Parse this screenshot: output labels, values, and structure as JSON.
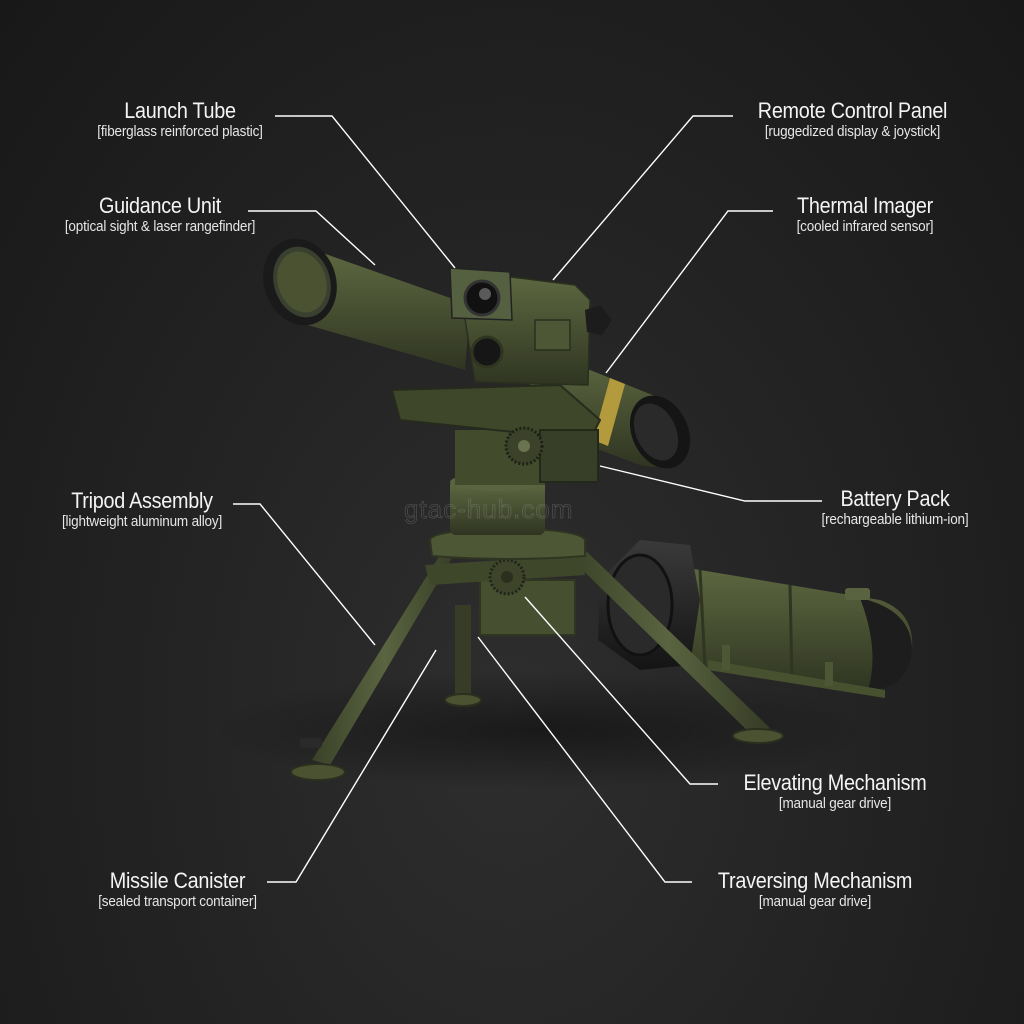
{
  "diagram": {
    "subject": "Man-portable anti-tank guided missile launcher on tripod",
    "background_colors": {
      "top": "#181818",
      "bottom": "#2e2e2e"
    },
    "equipment_color": "#4a5232",
    "accent_band_color": "#b39a3c",
    "leader_line_color": "#ffffff",
    "watermark": "gtac-hub.com",
    "labels": [
      {
        "id": "launch-tube",
        "title": "Launch Tube",
        "subtitle": "[fiberglass reinforced plastic]"
      },
      {
        "id": "guidance-unit",
        "title": "Guidance Unit",
        "subtitle": "[optical sight & laser rangefinder]"
      },
      {
        "id": "remote-control-panel",
        "title": "Remote Control Panel",
        "subtitle": "[ruggedized display & joystick]"
      },
      {
        "id": "thermal-imager",
        "title": "Thermal Imager",
        "subtitle": "[cooled infrared sensor]"
      },
      {
        "id": "tripod-assembly",
        "title": "Tripod Assembly",
        "subtitle": "[lightweight aluminum alloy]"
      },
      {
        "id": "battery-pack",
        "title": "Battery Pack",
        "subtitle": "[rechargeable lithium-ion]"
      },
      {
        "id": "elevating-mechanism",
        "title": "Elevating Mechanism",
        "subtitle": "[manual gear drive]"
      },
      {
        "id": "missile-canister",
        "title": "Missile Canister",
        "subtitle": "[sealed transport container]"
      },
      {
        "id": "traversing-mechanism",
        "title": "Traversing Mechanism",
        "subtitle": "[manual gear drive]"
      }
    ]
  }
}
